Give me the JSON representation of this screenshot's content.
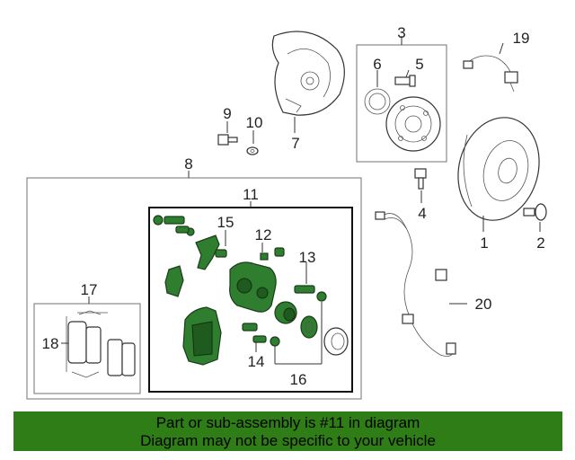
{
  "callouts": {
    "c1": "1",
    "c2": "2",
    "c3": "3",
    "c4": "4",
    "c5": "5",
    "c6": "6",
    "c7": "7",
    "c8": "8",
    "c9": "9",
    "c10": "10",
    "c11": "11",
    "c12": "12",
    "c13": "13",
    "c14": "14",
    "c15": "15",
    "c16": "16",
    "c17": "17",
    "c18": "18",
    "c19": "19",
    "c20": "20"
  },
  "highlight_color": "#2e7d16",
  "banner": {
    "line1": "Part or sub-assembly is #11 in diagram",
    "line2": "Diagram may not be specific to your vehicle"
  }
}
